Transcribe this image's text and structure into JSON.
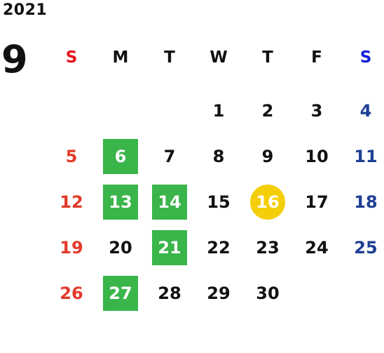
{
  "calendar": {
    "year": "2021",
    "month": "9",
    "weekdays": [
      {
        "label": "S",
        "color": "#e8141b"
      },
      {
        "label": "M",
        "color": "#111111"
      },
      {
        "label": "T",
        "color": "#111111"
      },
      {
        "label": "W",
        "color": "#111111"
      },
      {
        "label": "T",
        "color": "#111111"
      },
      {
        "label": "F",
        "color": "#111111"
      },
      {
        "label": "S",
        "color": "#1420d6"
      }
    ],
    "colors": {
      "sunday": "#e23a2a",
      "saturday": "#1d3f94",
      "weekday": "#111111",
      "highlight_bg": "#3ab54a",
      "today_bg": "#f5ce0a"
    },
    "weeks": [
      [
        {
          "day": "",
          "kind": "empty"
        },
        {
          "day": "",
          "kind": "empty"
        },
        {
          "day": "",
          "kind": "empty"
        },
        {
          "day": "1",
          "kind": "normal"
        },
        {
          "day": "2",
          "kind": "normal"
        },
        {
          "day": "3",
          "kind": "normal"
        },
        {
          "day": "4",
          "kind": "normal"
        }
      ],
      [
        {
          "day": "5",
          "kind": "normal"
        },
        {
          "day": "6",
          "kind": "highlight"
        },
        {
          "day": "7",
          "kind": "normal"
        },
        {
          "day": "8",
          "kind": "normal"
        },
        {
          "day": "9",
          "kind": "normal"
        },
        {
          "day": "10",
          "kind": "normal"
        },
        {
          "day": "11",
          "kind": "normal"
        }
      ],
      [
        {
          "day": "12",
          "kind": "normal"
        },
        {
          "day": "13",
          "kind": "highlight"
        },
        {
          "day": "14",
          "kind": "highlight"
        },
        {
          "day": "15",
          "kind": "normal"
        },
        {
          "day": "16",
          "kind": "today"
        },
        {
          "day": "17",
          "kind": "normal"
        },
        {
          "day": "18",
          "kind": "normal"
        }
      ],
      [
        {
          "day": "19",
          "kind": "normal"
        },
        {
          "day": "20",
          "kind": "normal"
        },
        {
          "day": "21",
          "kind": "highlight"
        },
        {
          "day": "22",
          "kind": "normal"
        },
        {
          "day": "23",
          "kind": "normal"
        },
        {
          "day": "24",
          "kind": "normal"
        },
        {
          "day": "25",
          "kind": "normal"
        }
      ],
      [
        {
          "day": "26",
          "kind": "normal"
        },
        {
          "day": "27",
          "kind": "highlight"
        },
        {
          "day": "28",
          "kind": "normal"
        },
        {
          "day": "29",
          "kind": "normal"
        },
        {
          "day": "30",
          "kind": "normal"
        },
        {
          "day": "",
          "kind": "empty"
        },
        {
          "day": "",
          "kind": "empty"
        }
      ]
    ]
  }
}
